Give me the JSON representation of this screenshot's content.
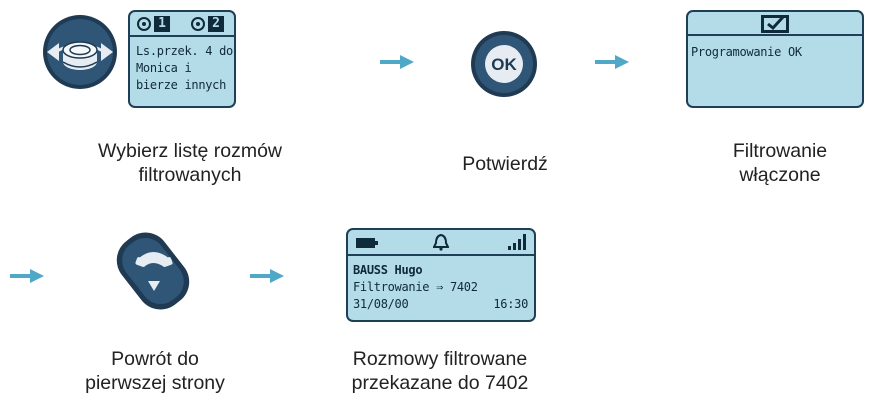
{
  "colors": {
    "arrow": "#4fa8c8",
    "lcd_background": "#b4dce8",
    "lcd_border": "#1e3f55",
    "key_dark": "#1f3a52",
    "key_light": "#e6ecf2"
  },
  "step1": {
    "icon": "navigation-key-icon",
    "screen": {
      "tab1": "1",
      "tab2": "2",
      "lines": [
        "Ls.przek. 4 do",
        "Monica i",
        "bierze innych"
      ]
    },
    "caption_line1": "Wybierz listę rozmów",
    "caption_line2": "filtrowanych"
  },
  "step2": {
    "icon": "ok-key-icon",
    "key_label": "OK",
    "caption": "Potwierdź"
  },
  "step3": {
    "icon": "checkbox-icon",
    "screen": {
      "line1": "Programowanie OK"
    },
    "caption_line1": "Filtrowanie",
    "caption_line2": "włączone"
  },
  "step4": {
    "icon": "hang-up-key-icon",
    "caption_line1": "Powrót do",
    "caption_line2": "pierwszej strony"
  },
  "step5": {
    "icons": [
      "battery-icon",
      "bell-icon",
      "signal-icon"
    ],
    "screen": {
      "name": "BAUSS Hugo",
      "forward": "Filtrowanie ⇒ 7402",
      "date": "31/08/00",
      "time": "16:30"
    },
    "caption_line1": "Rozmowy filtrowane",
    "caption_line2": "przekazane do 7402"
  }
}
